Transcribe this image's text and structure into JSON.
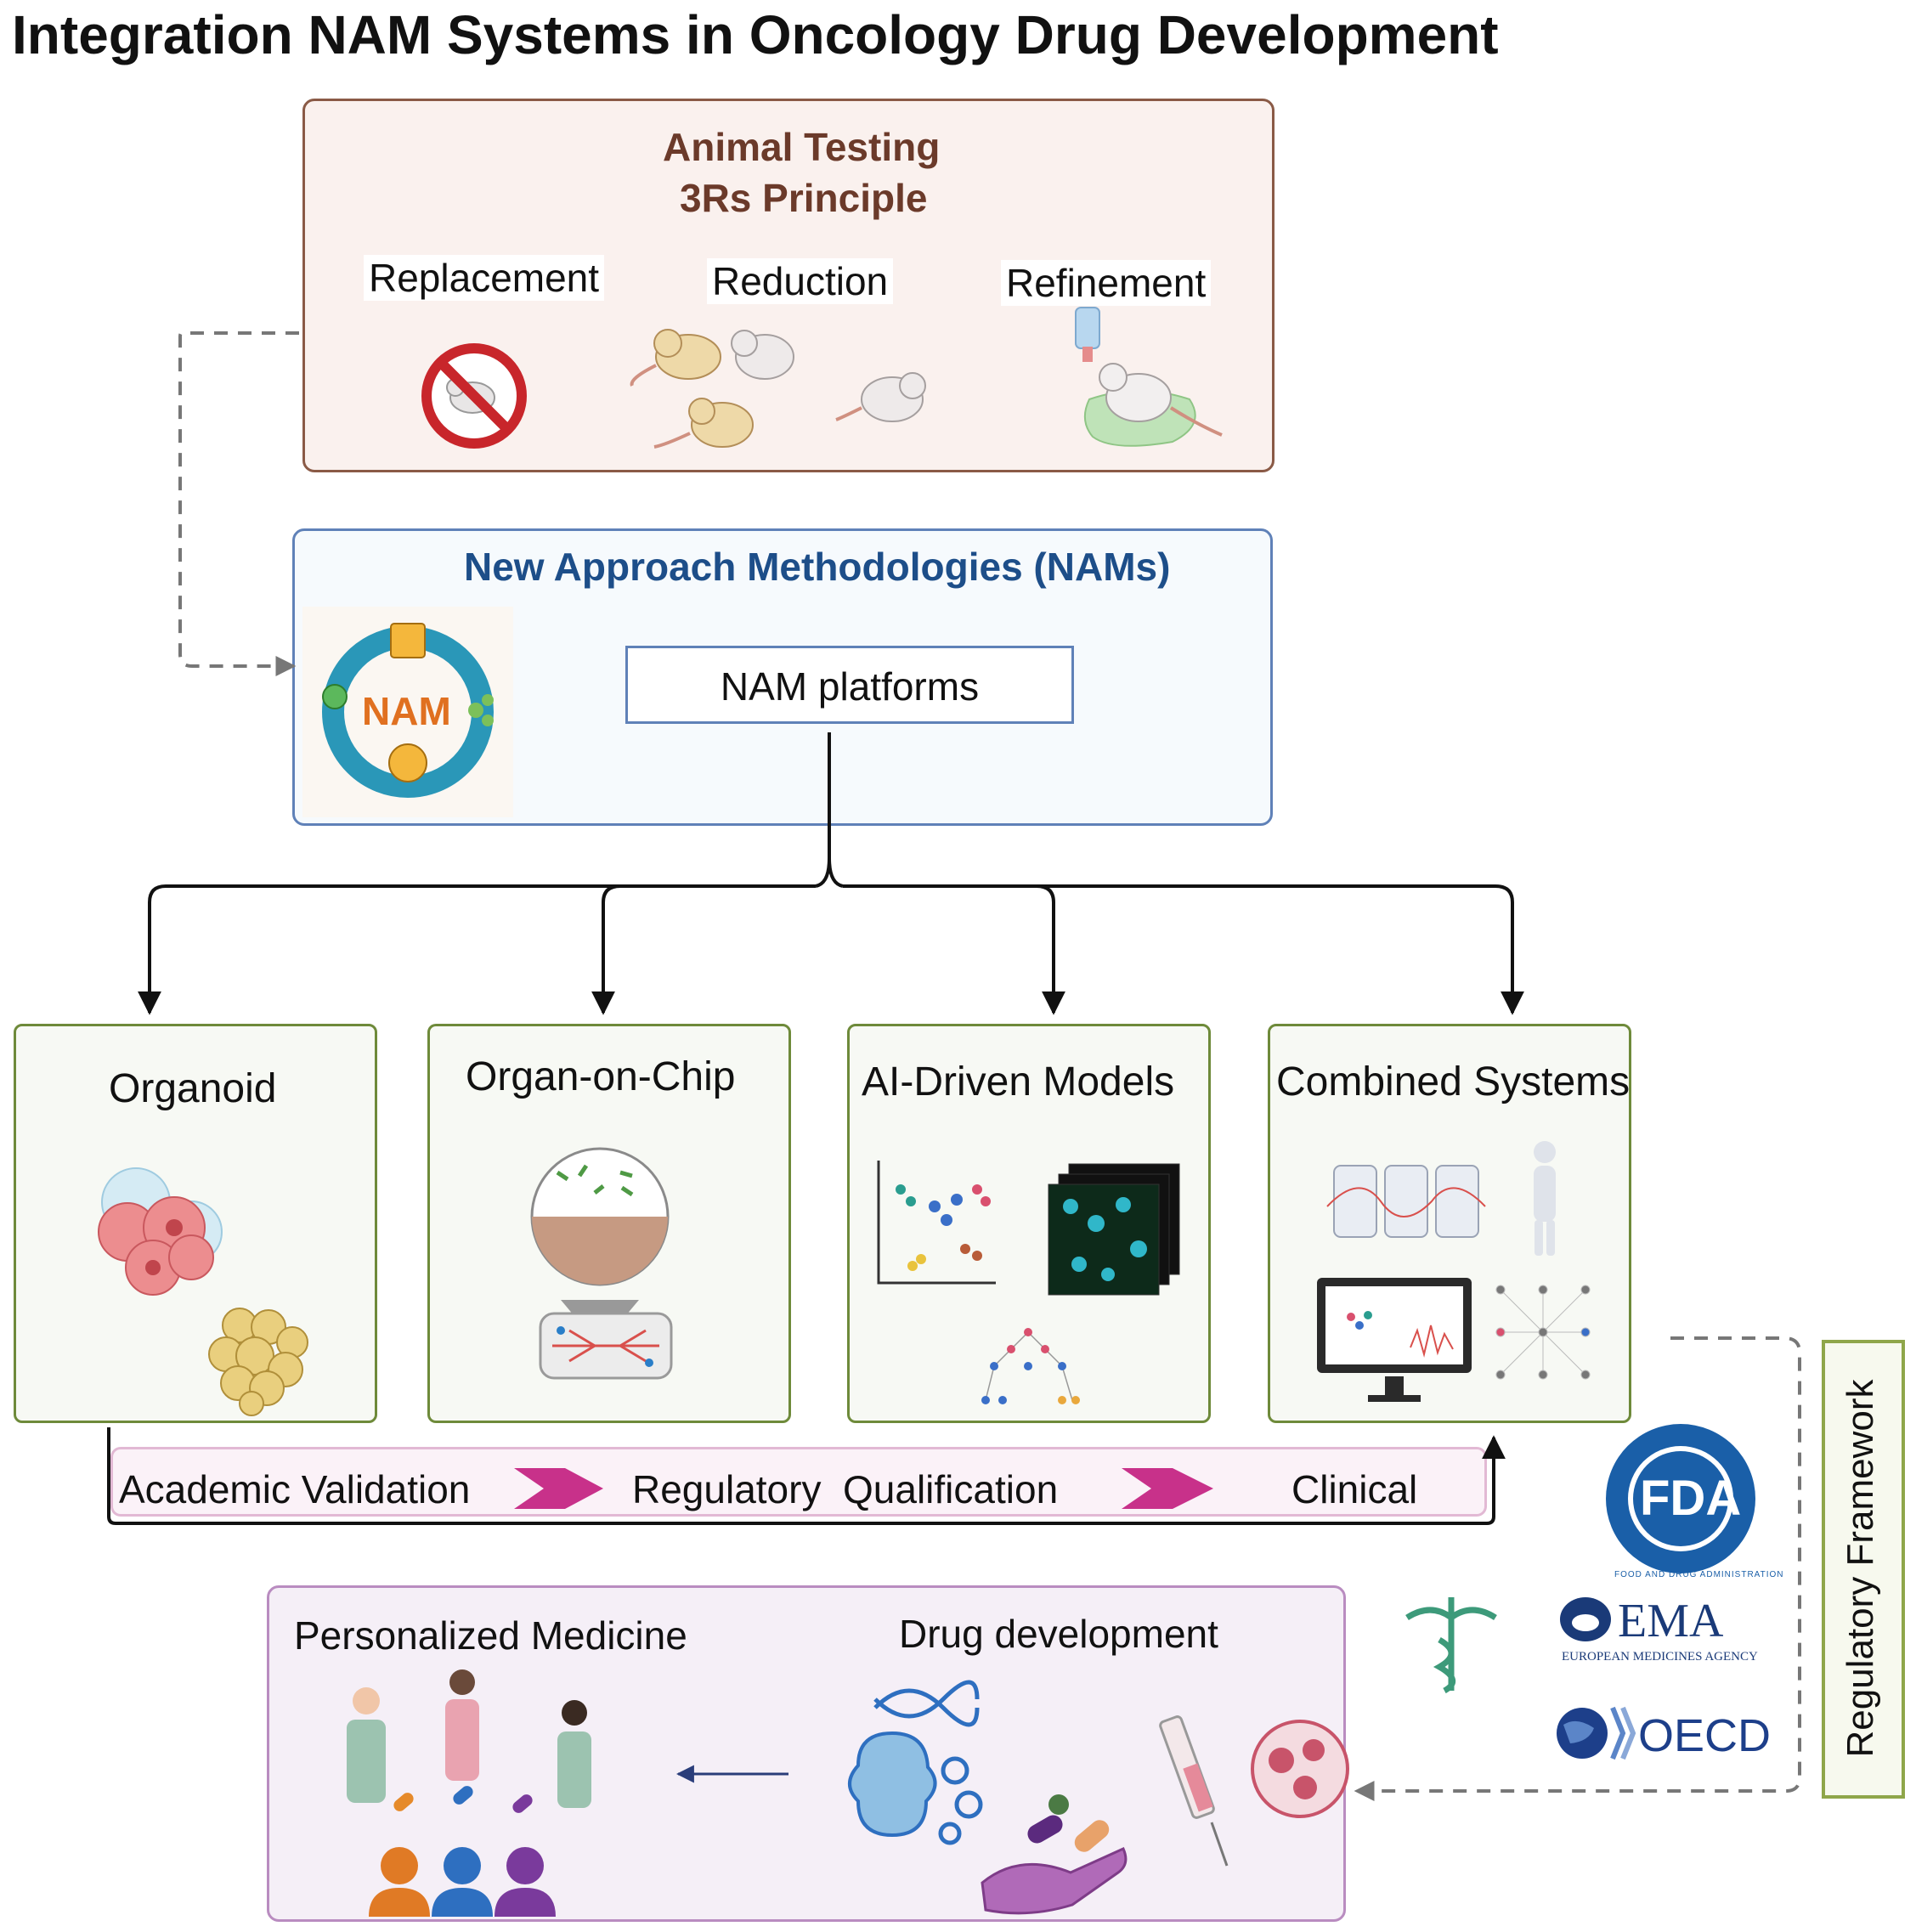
{
  "title": "Integration NAM Systems in Oncology Drug Development",
  "animal_testing": {
    "heading_line1": "Animal Testing",
    "heading_line2": "3Rs Principle",
    "principles": [
      "Replacement",
      "Reduction",
      "Refinement"
    ]
  },
  "nams": {
    "heading": "New Approach Methodologies (NAMs)",
    "logo_text": "NAM",
    "platforms_label": "NAM platforms"
  },
  "platforms": [
    "Organoid",
    "Organ-on-Chip",
    "AI-Driven Models",
    "Combined Systems"
  ],
  "pathway": {
    "stages": [
      "Academic Validation",
      "Regulatory  Qualification",
      "Clinical"
    ]
  },
  "applications": {
    "left": "Personalized Medicine",
    "right": "Drug development"
  },
  "regulatory": {
    "label": "Regulatory Framework",
    "agencies": {
      "fda": "FDA",
      "fda_ring": "FOOD AND DRUG ADMINISTRATION",
      "ema": "EMA",
      "ema_sub": "EUROPEAN MEDICINES AGENCY",
      "oecd": "OECD"
    }
  },
  "colors": {
    "title": "#0f2a6b",
    "animal_heading": "#6b3a2a",
    "nam_heading": "#1d4e89",
    "nam_orange": "#e07020",
    "nam_ring": "#2a97b8",
    "stage_arrow": "#c8318a",
    "fda_blue": "#1a5fa8"
  }
}
